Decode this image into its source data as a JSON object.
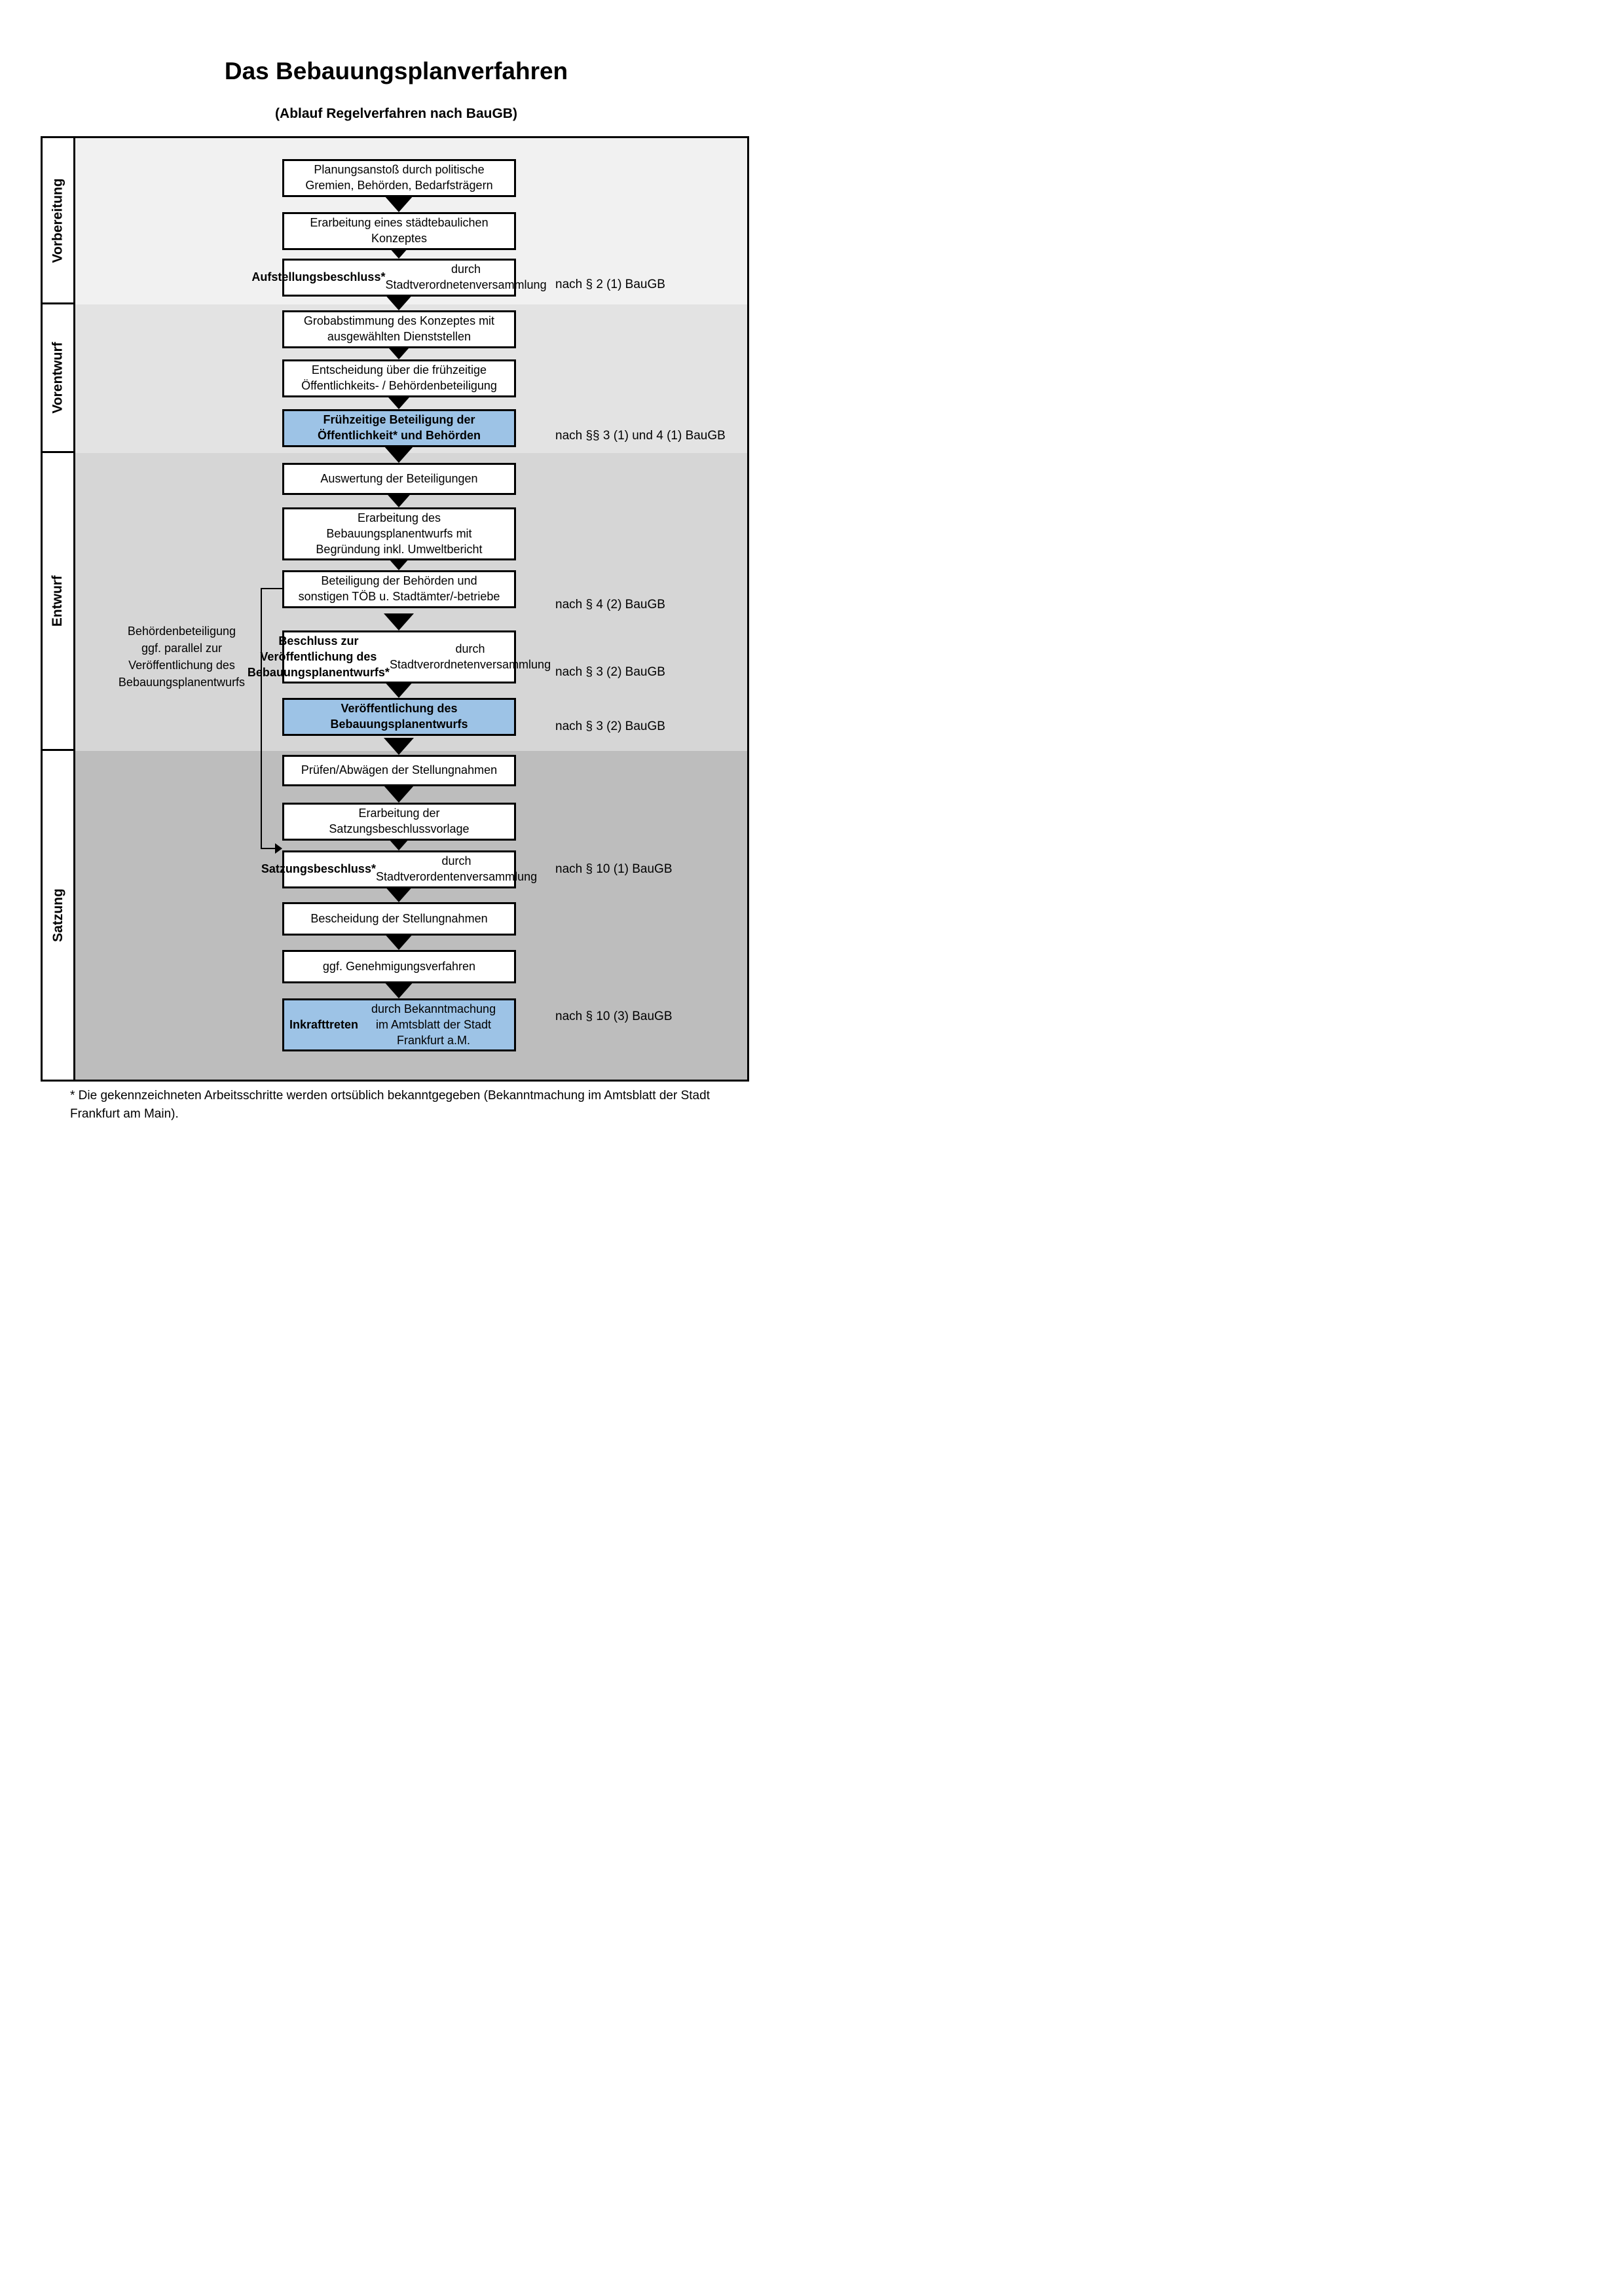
{
  "header": {
    "title": "Das Bebauungsplanverfahren",
    "subtitle": "(Ablauf Regelverfahren nach BauGB)"
  },
  "phases": [
    {
      "label": "Vorbereitung",
      "color": "#F1F1F1"
    },
    {
      "label": "Vorentwurf",
      "color": "#E3E3E3"
    },
    {
      "label": "Entwurf",
      "color": "#D6D6D6"
    },
    {
      "label": "Satzung",
      "color": "#BDBDBD"
    }
  ],
  "colors": {
    "highlight_blue": "#9DC3E6",
    "box_background": "#FFFFFF",
    "box_border": "#000000"
  },
  "steps": [
    {
      "bold": "",
      "text": "Planungsanstoß durch politische\nGremien, Behörden, Bedarfsträgern"
    },
    {
      "bold": "",
      "text": "Erarbeitung eines städtebaulichen\nKonzeptes"
    },
    {
      "bold": "Aufstellungsbeschluss*",
      "text": " durch\nStadtverordnetenversammlung"
    },
    {
      "bold": "",
      "text": "Grobabstimmung des Konzeptes mit\nausgewählten Dienststellen"
    },
    {
      "bold": "",
      "text": "Entscheidung über die frühzeitige\nÖffentlichkeits- / Behördenbeteiligung"
    },
    {
      "bold": "Frühzeitige Beteiligung der\nÖffentlichkeit* und Behörden",
      "text": ""
    },
    {
      "bold": "",
      "text": "Auswertung der Beteiligungen"
    },
    {
      "bold": "",
      "text": "Erarbeitung des\nBebauungsplanentwurfs mit\nBegründung inkl. Umweltbericht"
    },
    {
      "bold": "",
      "text": "Beteiligung der Behörden und\nsonstigen TÖB u. Stadtämter/-betriebe"
    },
    {
      "bold": "Beschluss zur Veröffentlichung des\nBebauungsplanentwurfs*",
      "text": " durch\nStadtverordnetenversammlung"
    },
    {
      "bold": "Veröffentlichung des\nBebauungsplanentwurfs",
      "text": ""
    },
    {
      "bold": "",
      "text": "Prüfen/Abwägen der Stellungnahmen"
    },
    {
      "bold": "",
      "text": "Erarbeitung der\nSatzungsbeschlussvorlage"
    },
    {
      "bold": "Satzungsbeschluss*",
      "text": " durch\nStadtverordentenversammlung"
    },
    {
      "bold": "",
      "text": "Bescheidung der Stellungnahmen"
    },
    {
      "bold": "",
      "text": "ggf. Genehmigungsverfahren"
    },
    {
      "bold": "Inkrafttreten",
      "text": " durch Bekanntmachung\nim Amtsblatt der Stadt Frankfurt a.M."
    }
  ],
  "refs": [
    {
      "text": "nach § 2 (1) BauGB"
    },
    {
      "text": "nach §§ 3 (1) und 4 (1) BauGB"
    },
    {
      "text": "nach § 4 (2) BauGB"
    },
    {
      "text": "nach § 3 (2) BauGB"
    },
    {
      "text": "nach § 3 (2) BauGB"
    },
    {
      "text": "nach § 10 (1) BauGB"
    },
    {
      "text": "nach § 10 (3) BauGB"
    }
  ],
  "side_note": "Behördenbeteiligung\nggf. parallel zur\nVeröffentlichung des\nBebauungsplanentwurfs",
  "footnote": "* Die gekennzeichneten Arbeitsschritte werden ortsüblich bekanntgegeben (Bekanntmachung im Amtsblatt  der Stadt Frankfurt am Main)."
}
